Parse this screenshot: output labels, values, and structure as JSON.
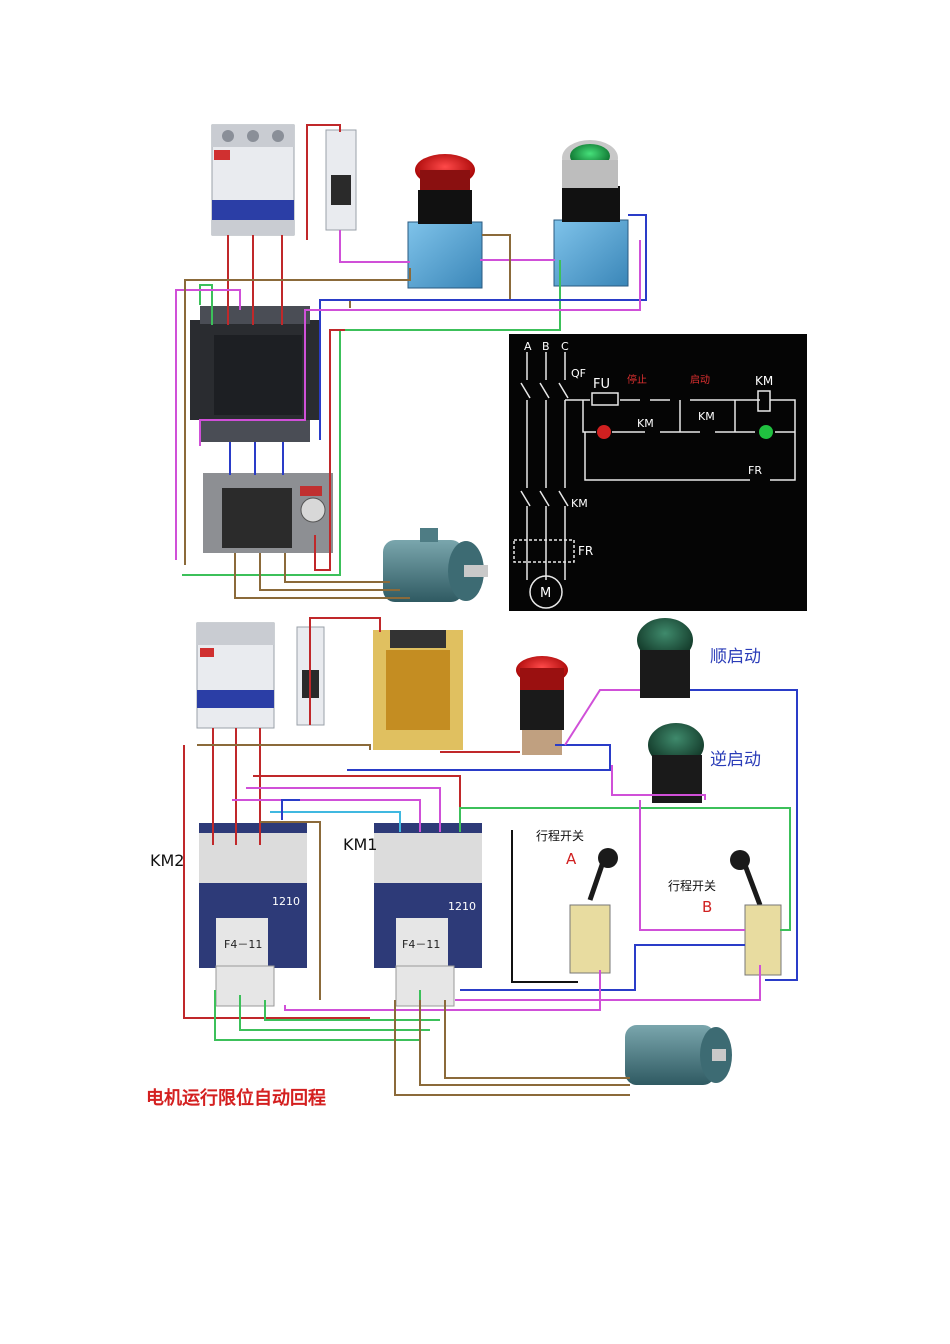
{
  "top_diagram": {
    "schematic": {
      "phases": [
        "A",
        "B",
        "C"
      ],
      "breaker": "QF",
      "fuse": "FU",
      "stop_label": "停止",
      "start_label": "启动",
      "coil": "KM",
      "aux_contact": "KM",
      "lamp_contact": "KM",
      "relay_contact": "FR",
      "main_contact": "KM",
      "thermal_relay": "FR",
      "motor": "M"
    }
  },
  "bottom_diagram": {
    "km2_label": "KM2",
    "km1_label": "KM1",
    "contactor_model": "1210",
    "aux_block": "F4－11",
    "forward_start": "顺启动",
    "reverse_start": "逆启动",
    "limit_switch_label": "行程开关",
    "switch_a": "A",
    "switch_b": "B",
    "caption": "电机运行限位自动回程"
  },
  "colors": {
    "wire_red": "#c0282a",
    "wire_brown": "#8b6a3a",
    "wire_green": "#3cc05a",
    "wire_magenta": "#d050d8",
    "wire_blue": "#2a3cc8",
    "wire_cyan": "#40b8e0",
    "wire_black": "#111111",
    "schematic_bg": "#050505",
    "caption_red": "#d42020"
  }
}
